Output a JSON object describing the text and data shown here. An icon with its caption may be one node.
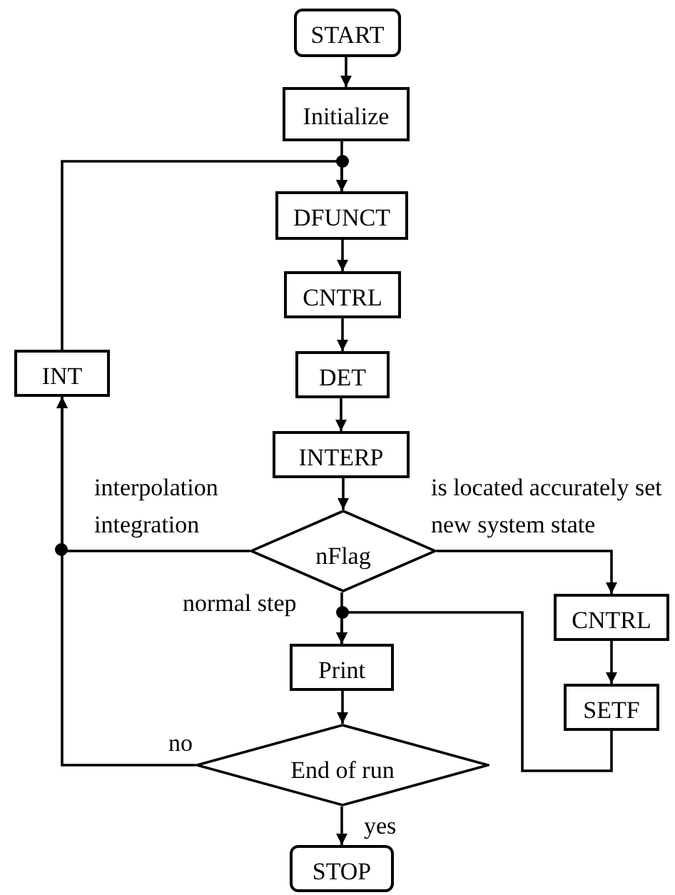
{
  "diagram": {
    "nodes": [
      {
        "text": [
          "START"
        ]
      },
      {
        "text": [
          "Initialize"
        ]
      },
      {
        "text": [
          "DFUNCT"
        ]
      },
      {
        "text": [
          "CNTRL"
        ]
      },
      {
        "text": [
          "DET"
        ]
      },
      {
        "text": [
          "INTERP"
        ]
      },
      {
        "text": [
          "nFlag"
        ]
      },
      {
        "text": [
          "Print"
        ]
      },
      {
        "text": [
          "End of run"
        ]
      },
      {
        "text": [
          "STOP"
        ]
      },
      {
        "text": [
          "INT"
        ]
      },
      {
        "text": [
          "CNTRL"
        ]
      },
      {
        "text": [
          "SETF"
        ]
      }
    ],
    "edges": [
      {
        "from": 0,
        "to": 1,
        "arrow": "to"
      },
      {
        "from": 1,
        "to": 2,
        "arrow": "to"
      },
      {
        "from": 2,
        "to": 3,
        "arrow": "to"
      },
      {
        "from": 3,
        "to": 4,
        "arrow": "to"
      },
      {
        "from": 4,
        "to": 5,
        "arrow": "to"
      },
      {
        "from": 5,
        "to": 6,
        "arrow": "to"
      },
      {
        "from": 6,
        "to": 7,
        "arrow": "to",
        "label": "normal step"
      },
      {
        "from": 7,
        "to": 8,
        "arrow": "to"
      },
      {
        "from": 8,
        "to": 9,
        "arrow": "to",
        "label": "yes"
      },
      {
        "from": 8,
        "to": 10,
        "arrow": "to",
        "label": "no"
      },
      {
        "from": 6,
        "to": 10,
        "arrow": "to",
        "label": "interpolation integration"
      },
      {
        "from": 10,
        "to": 2,
        "arrow": "to"
      },
      {
        "from": 6,
        "to": 11,
        "arrow": "to",
        "label": "is located accurately set new system state"
      },
      {
        "from": 11,
        "to": 12,
        "arrow": "to"
      },
      {
        "from": 12,
        "to": 7,
        "arrow": "to"
      }
    ]
  }
}
